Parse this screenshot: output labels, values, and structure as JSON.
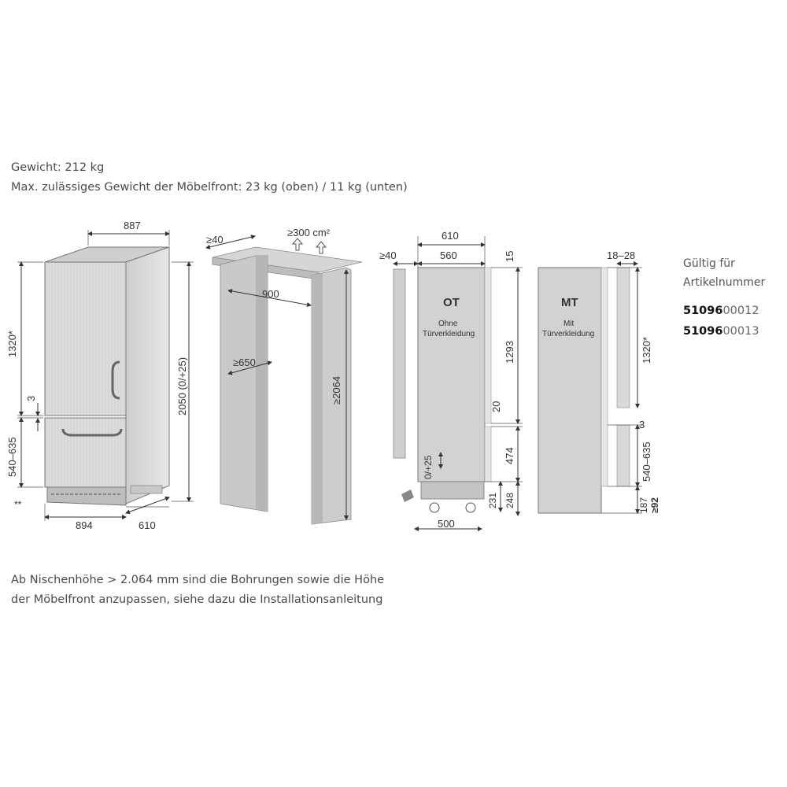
{
  "header": {
    "weight": "Gewicht: 212 kg",
    "front_weight": "Max. zulässiges Gewicht der Möbelfront: 23 kg (oben) / 11 kg (unten)"
  },
  "footer": {
    "line1": "Ab Nischenhöhe > 2.064 mm sind die Bohrungen sowie die Höhe",
    "line2": "der Möbelfront anzupassen, siehe dazu die Installationsanleitung"
  },
  "validity": {
    "line1": "Gültig für",
    "line2": "Artikelnummer",
    "articles": [
      {
        "bold": "51096",
        "rest": "00012"
      },
      {
        "bold": "51096",
        "rest": "00013"
      }
    ]
  },
  "fridge_view": {
    "width_top": "887",
    "width_bottom": "894",
    "depth": "610",
    "height_total": "2050 (0/+25)",
    "upper_height": "1320*",
    "gap": "3",
    "lower_height": "540–635",
    "foot_marker": "**"
  },
  "niche_view": {
    "top_gap": "≥40",
    "vent": "≥300 cm²",
    "width": "900",
    "depth": "≥650",
    "height": "≥2064"
  },
  "ot_view": {
    "label": "OT",
    "sub1": "Ohne",
    "sub2": "Türverkleidung",
    "depth_total": "610",
    "depth_inner": "560",
    "front_gap": "≥40",
    "top": "15",
    "upper": "1293",
    "mid": "20",
    "lower": "474",
    "adjust": "0/+25",
    "bottom1": "231",
    "bottom2": "248",
    "base": "500"
  },
  "mt_view": {
    "label": "MT",
    "sub1": "Mit",
    "sub2": "Türverkleidung",
    "panel": "18–28",
    "upper": "1320*",
    "gap": "3",
    "lower": "540–635",
    "bottom1": "187",
    "bottom2": "≥92"
  }
}
